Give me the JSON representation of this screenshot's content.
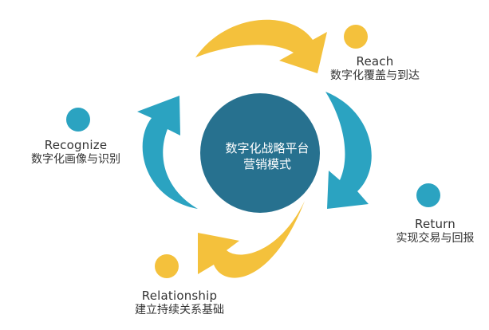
{
  "center": {
    "line1": "数字化战略平台",
    "line2": "营销模式"
  },
  "stages": [
    {
      "id": "reach",
      "en": "Reach",
      "zh": "数字化覆盖与到达",
      "dot_color": "#F4C13C",
      "arrow_color": "#F4C13C"
    },
    {
      "id": "return",
      "en": "Return",
      "zh": "实现交易与回报",
      "dot_color": "#2BA3C1",
      "arrow_color": "#2BA3C1"
    },
    {
      "id": "relationship",
      "en": "Relationship",
      "zh": "建立持续关系基础",
      "dot_color": "#F4C13C",
      "arrow_color": "#F4C13C"
    },
    {
      "id": "recognize",
      "en": "Recognize",
      "zh": "数字化画像与识别",
      "dot_color": "#2BA3C1",
      "arrow_color": "#2BA3C1"
    }
  ],
  "colors": {
    "yellow": "#F4C13C",
    "blue": "#2BA3C1",
    "center": "#27718F"
  }
}
